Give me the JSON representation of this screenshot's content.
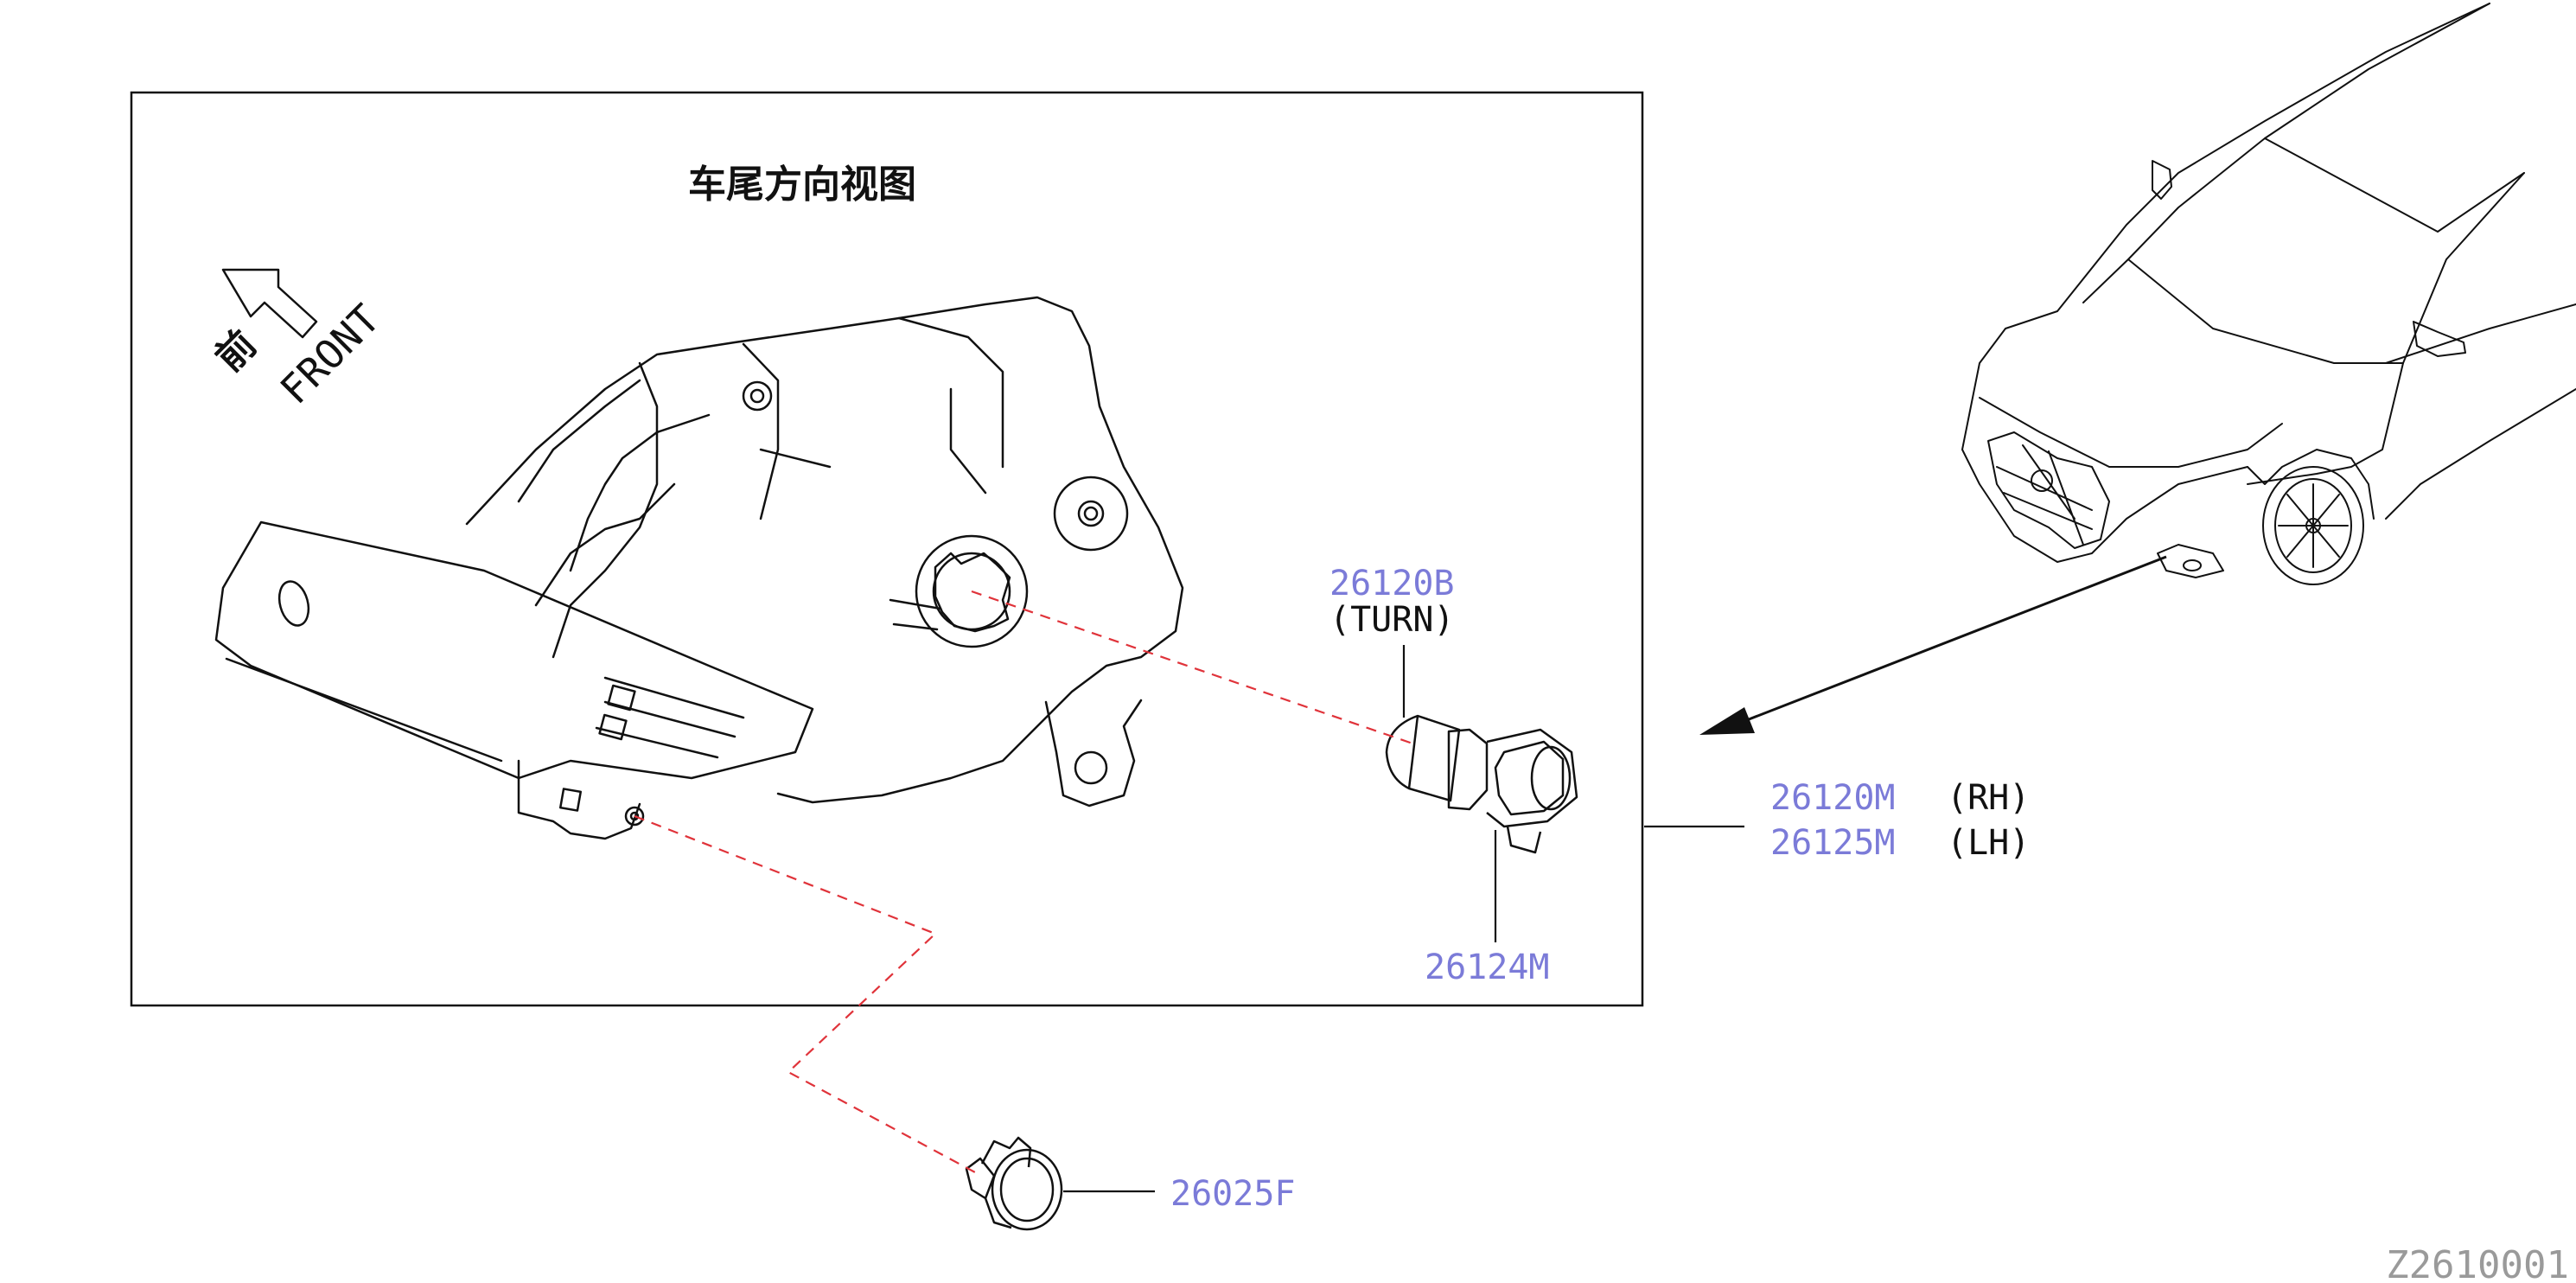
{
  "view_title": "车尾方向视图",
  "front_indicator": {
    "cn": "前",
    "en": "FRONT"
  },
  "parts": {
    "bulb": "26120B",
    "bulb_desc": "(TURN)",
    "socket": "26124M",
    "lamp_rh": "26120M",
    "lamp_rh_side": "(RH)",
    "lamp_lh": "26125M",
    "lamp_lh_side": "(LH)",
    "clip": "26025F"
  },
  "diagram_id": "Z2610001",
  "colors": {
    "part_number": "#7b7bd8",
    "leader_dashed": "#e0333a",
    "line": "#111111"
  }
}
